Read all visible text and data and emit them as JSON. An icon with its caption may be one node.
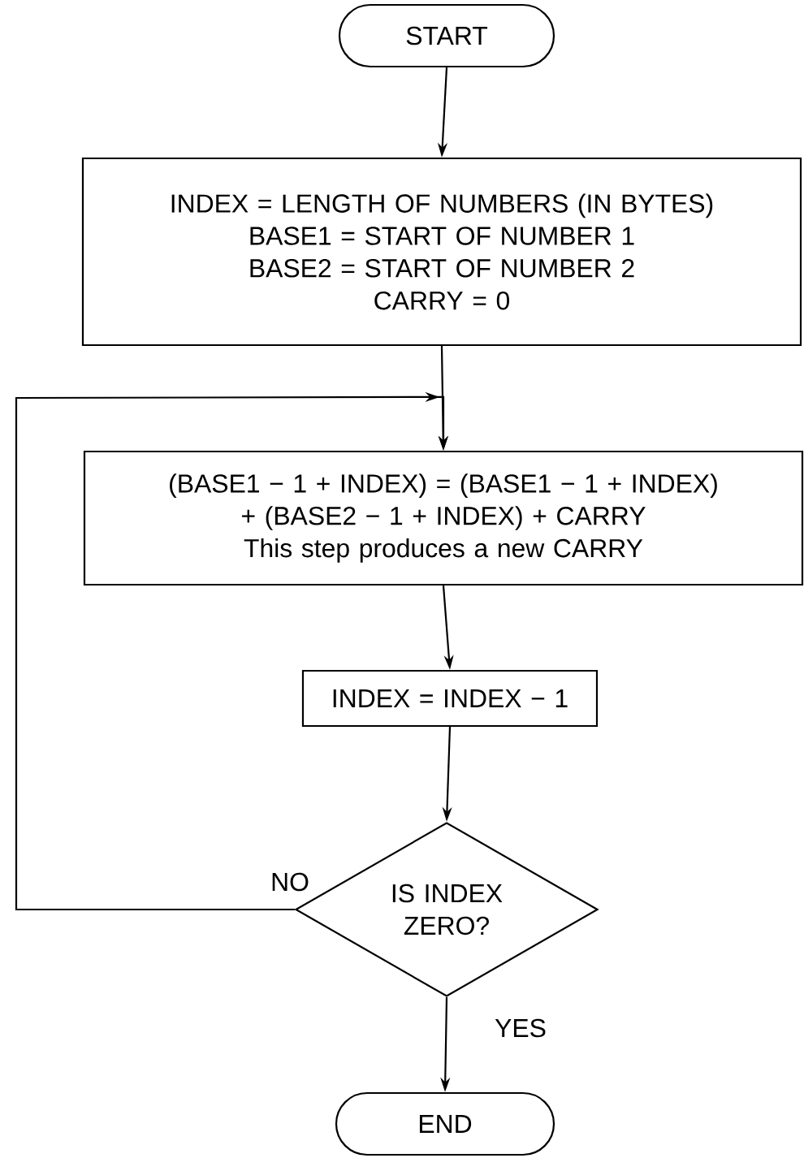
{
  "diagram": {
    "nodes": [
      {
        "text": [
          "START"
        ]
      },
      {
        "text": [
          "INDEX = LENGTH OF NUMBERS (IN BYTES)",
          "BASE1 = START OF NUMBER 1",
          "BASE2 = START OF NUMBER 2",
          "CARRY = 0"
        ]
      },
      {
        "text": [
          "(BASE1 − 1 + INDEX) = (BASE1 − 1 + INDEX)",
          "+ (BASE2 − 1 + INDEX) + CARRY",
          "This step produces a new CARRY"
        ]
      },
      {
        "text": [
          "INDEX = INDEX − 1"
        ]
      },
      {
        "text": [
          "IS INDEX ZERO?"
        ]
      },
      {
        "text": [
          "END"
        ]
      }
    ],
    "edges": [
      {
        "from": 0,
        "to": 1,
        "arrow": "to"
      },
      {
        "from": 1,
        "to": 2,
        "arrow": "to"
      },
      {
        "from": 2,
        "to": 3,
        "arrow": "to"
      },
      {
        "from": 3,
        "to": 4,
        "arrow": "to"
      },
      {
        "from": 4,
        "to": 2,
        "arrow": "to",
        "label": "NO"
      },
      {
        "from": 4,
        "to": 5,
        "arrow": "to",
        "label": "YES"
      }
    ]
  }
}
